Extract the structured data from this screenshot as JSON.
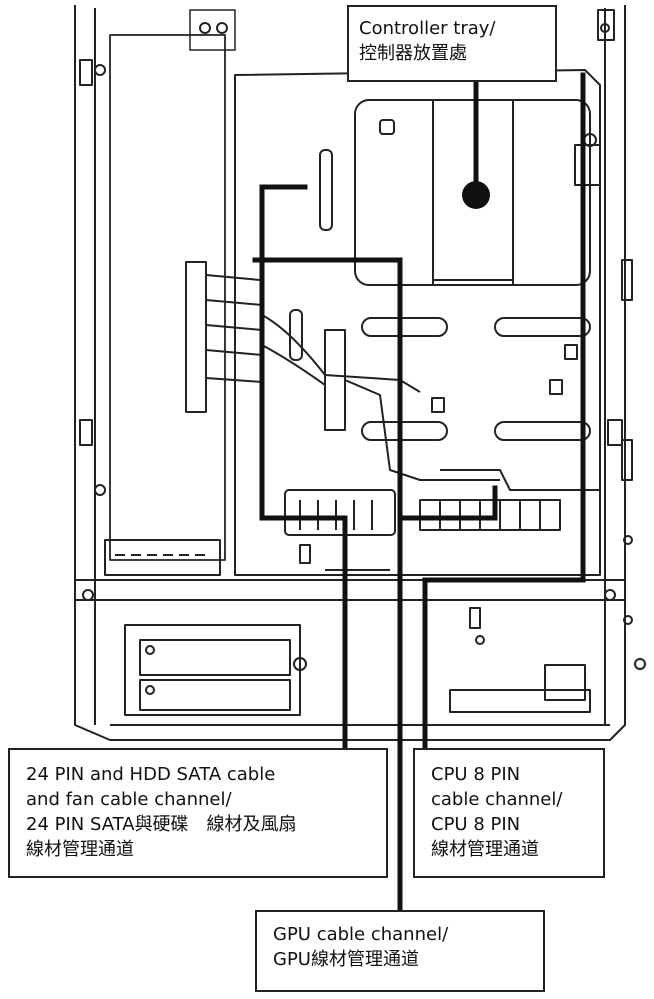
{
  "labels": {
    "controller_tray": {
      "line1": "Controller tray/",
      "line2": "控制器放置處"
    },
    "sata_channel": {
      "line1": "24 PIN and HDD SATA cable",
      "line2": "and fan cable channel/",
      "line3": "24 PIN SATA與硬碟　線材及風扇",
      "line4": "線材管理通道"
    },
    "cpu_channel": {
      "line1": "CPU 8 PIN",
      "line2": "cable channel/",
      "line3": "CPU 8 PIN",
      "line4": "線材管理通道"
    },
    "gpu_channel": {
      "line1": "GPU  cable channel/",
      "line2": "GPU線材管理通道"
    }
  },
  "colors": {
    "stroke": "#222222",
    "route": "#111111",
    "background": "#ffffff"
  }
}
